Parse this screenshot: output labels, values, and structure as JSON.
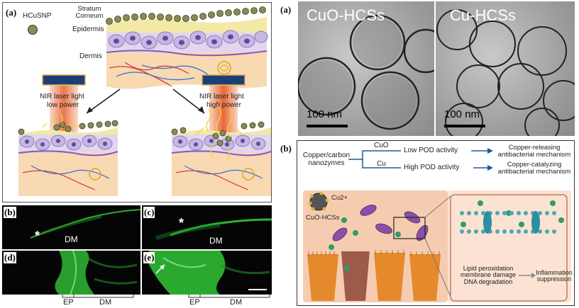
{
  "left": {
    "panel_a": {
      "label": "(a)",
      "legend": "HCuSNP",
      "layers": {
        "sc": "Stratum\nCorneum",
        "epi": "Epidermis",
        "derm": "Dermis"
      },
      "low": {
        "line1": "NIR laser light",
        "line2": "low power"
      },
      "high": {
        "line1": "NIR laser light",
        "line2": "high power"
      }
    },
    "panel_b": {
      "label": "(b)",
      "dm": "DM",
      "star": "*"
    },
    "panel_c": {
      "label": "(c)",
      "dm": "DM",
      "star": "*"
    },
    "panel_d": {
      "label": "(d)",
      "ep": "EP",
      "dm": "DM"
    },
    "panel_e": {
      "label": "(e)",
      "ep": "EP",
      "dm": "DM"
    }
  },
  "right": {
    "panel_a": {
      "label": "(a)",
      "left_title": "CuO-HCSs",
      "right_title": "Cu-HCSs",
      "scale": "100 nm"
    },
    "panel_b": {
      "label": "(b)",
      "source": "Copper/carbon\nnanozymes",
      "cuo": "CuO",
      "cu": "Cu",
      "low": "Low POD activity",
      "high": "High POD activity",
      "mech1": "Copper-releasing\nantibacterial mechanism",
      "mech2": "Copper-catalyzing\nantibacterial mechanism",
      "ion": "Cu2+",
      "particle": "CuO-HCSs",
      "effects": "Lipid peroxidation\nmembrane damage\nDNA degradation",
      "inflam": "Inflammation\nsuppression"
    }
  },
  "colors": {
    "skin": "#f8d9b2",
    "epidermis_cell": "#c8b7e2",
    "nucleus": "#5d4c9e",
    "laser": "#e8602c",
    "np": "#8a8a55",
    "fluor": "#35d23a"
  }
}
